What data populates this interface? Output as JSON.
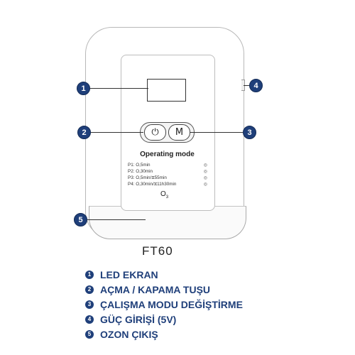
{
  "device": {
    "power_symbol": "⏻",
    "mode_symbol": "M",
    "mode_title": "Operating mode",
    "modes": [
      {
        "label": "P1: O,5min",
        "icon": "◎"
      },
      {
        "label": "P2: O,30min",
        "icon": "◎"
      },
      {
        "label": "P3: O,5min/⧖55min",
        "icon": "◎"
      },
      {
        "label": "P4: O,30min/⧖11h30min",
        "icon": "◎"
      }
    ],
    "ozone_symbol": "O",
    "ozone_sub": "3"
  },
  "callouts": [
    "1",
    "2",
    "3",
    "4",
    "5"
  ],
  "model": "FT60",
  "legend": [
    {
      "num": "1",
      "text": "LED EKRAN"
    },
    {
      "num": "2",
      "text": "AÇMA / KAPAMA TUŞU"
    },
    {
      "num": "3",
      "text": "ÇALIŞMA MODU DEĞİŞTİRME"
    },
    {
      "num": "4",
      "text": "GÜÇ GİRİŞİ (5V)"
    },
    {
      "num": "5",
      "text": "OZON ÇIKIŞ"
    }
  ],
  "colors": {
    "accent": "#1f3f7a"
  }
}
